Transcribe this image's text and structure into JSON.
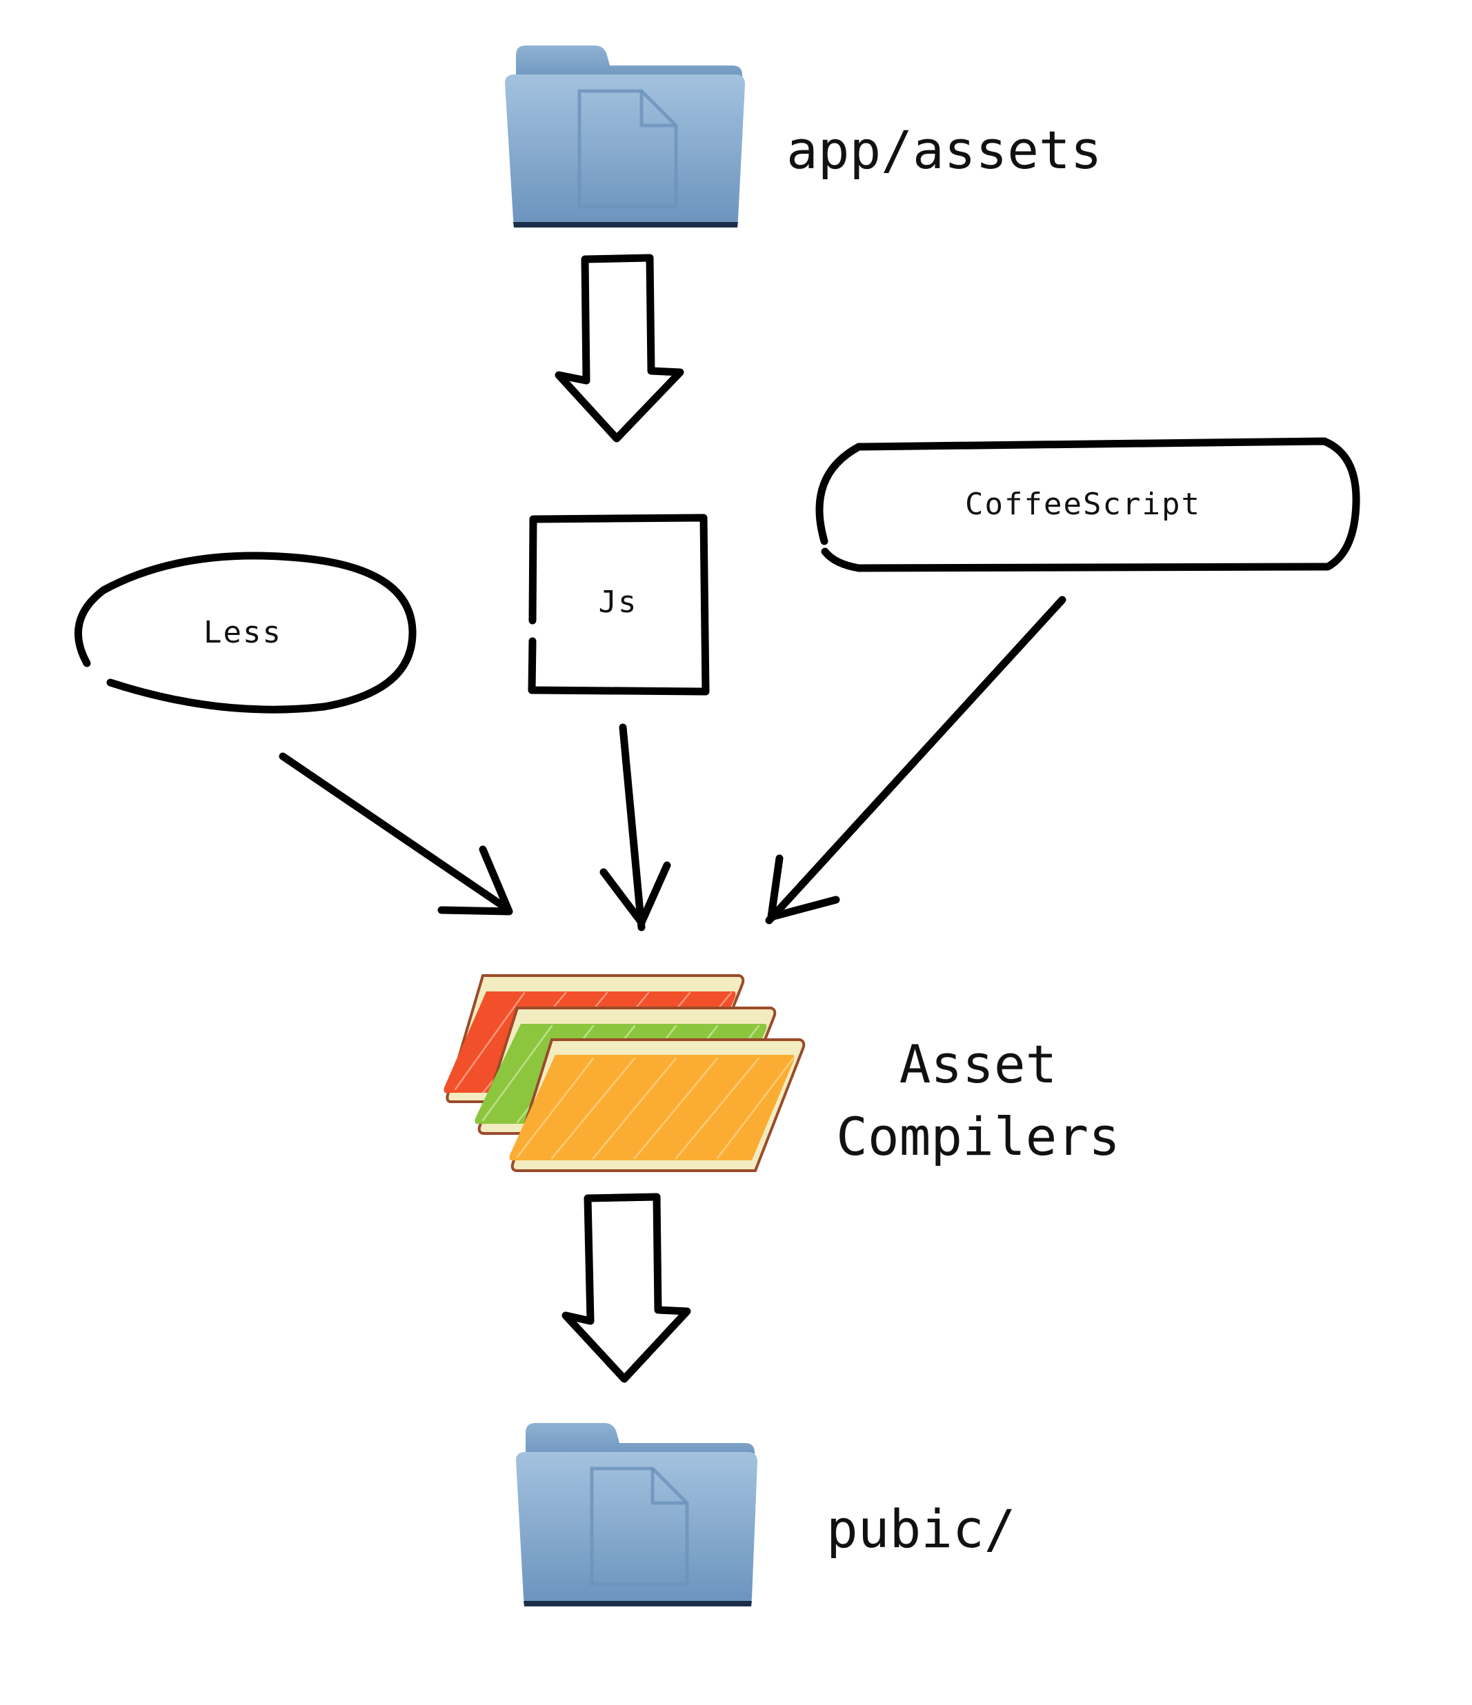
{
  "nodes": {
    "source_folder": {
      "label": "app/assets",
      "icon": "folder-icon"
    },
    "js": {
      "label": "Js",
      "shape": "square"
    },
    "less": {
      "label": "Less",
      "shape": "ellipse"
    },
    "coffeescript": {
      "label": "CoffeeScript",
      "shape": "pill"
    },
    "compilers": {
      "label_line1": "Asset",
      "label_line2": "Compilers",
      "icon": "stacked-cards-icon"
    },
    "output_folder": {
      "label": "pubic/",
      "icon": "folder-icon"
    }
  },
  "edges": [
    {
      "from": "source_folder",
      "to": "js",
      "style": "block-arrow"
    },
    {
      "from": "less",
      "to": "compilers",
      "style": "arrow"
    },
    {
      "from": "js",
      "to": "compilers",
      "style": "arrow"
    },
    {
      "from": "coffeescript",
      "to": "compilers",
      "style": "arrow"
    },
    {
      "from": "compilers",
      "to": "output_folder",
      "style": "block-arrow"
    }
  ],
  "colors": {
    "folder_light": "#9bbcdb",
    "folder_dark": "#5f87b3",
    "card_red": "#f2502a",
    "card_green": "#8cc63e",
    "card_orange": "#fbad33",
    "card_border": "#9a4b2a",
    "card_frame": "#f2ecc0",
    "ink": "#000000"
  }
}
